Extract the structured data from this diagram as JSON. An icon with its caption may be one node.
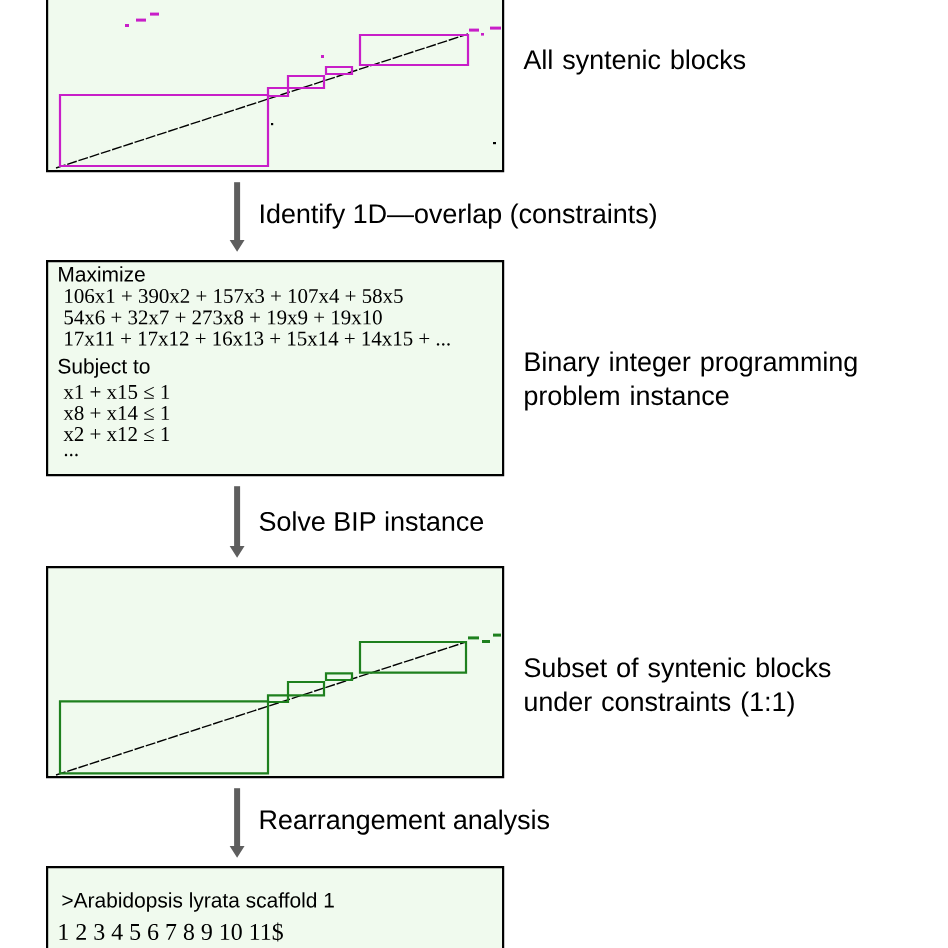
{
  "diagram": {
    "nodes": [
      {
        "text": [],
        "shape": "picture",
        "beside": [
          "All syntenic blocks"
        ]
      },
      {
        "text": [
          "Maximize",
          "106x1 + 390x2 + 157x3 + 107x4 + 58x5",
          "54x6 + 32x7 + 273x8 + 19x9 + 19x10",
          "17x11 + 17x12 + 16x13 + 15x14 + 14x15 + ...",
          "Subject to",
          "x1 + x15 ≤ 1",
          "x8 + x14 ≤ 1",
          "x2 + x12 ≤ 1",
          "..."
        ],
        "beside": [
          "Binary integer programming problem instance"
        ]
      },
      {
        "text": [],
        "shape": "picture",
        "beside": [
          "Subset of syntenic blocks under constraints (1:1)"
        ]
      },
      {
        "text": [
          ">Arabidopsis lyrata scaffold 1",
          "1 2 3 4 5 6 7 8 9 10 11$"
        ]
      }
    ],
    "edges": [
      {
        "from": 0,
        "to": 1,
        "arrow": "to",
        "label": "Identify 1D—overlap (constraints)"
      },
      {
        "from": 1,
        "to": 2,
        "arrow": "to",
        "label": "Solve BIP instance"
      },
      {
        "from": 2,
        "to": 3,
        "arrow": "to",
        "label": "Rearrangement analysis"
      }
    ]
  }
}
